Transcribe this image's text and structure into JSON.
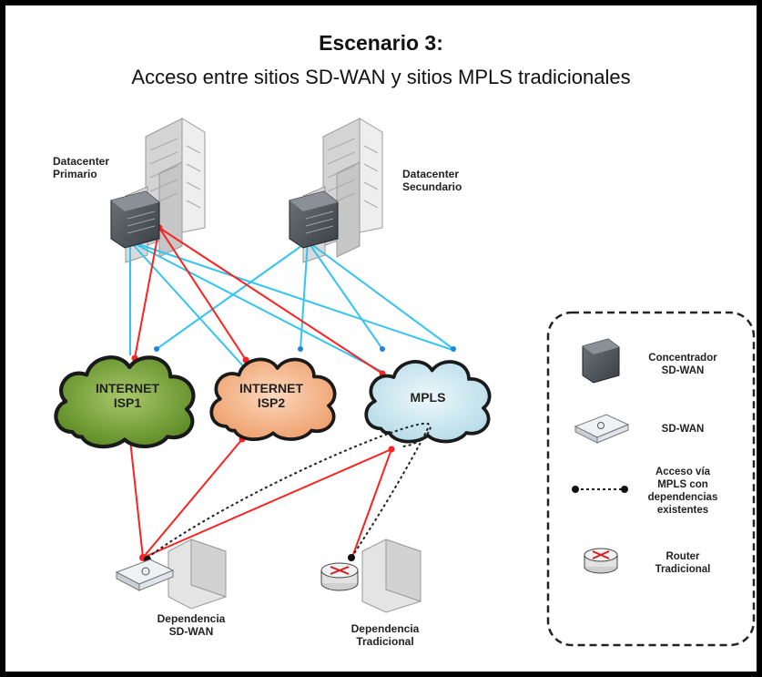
{
  "header": {
    "title": "Escenario 3:",
    "subtitle": "Acceso entre sitios SD-WAN y sitios MPLS tradicionales"
  },
  "nodes": {
    "dc_primary": {
      "label_line1": "Datacenter",
      "label_line2": "Primario",
      "icon": "concentrador-sdwan-icon"
    },
    "dc_secondary": {
      "label_line1": "Datacenter",
      "label_line2": "Secundario",
      "icon": "concentrador-sdwan-icon"
    },
    "isp1": {
      "label_line1": "INTERNET",
      "label_line2": "ISP1",
      "color": "#7aa03a"
    },
    "isp2": {
      "label_line1": "INTERNET",
      "label_line2": "ISP2",
      "color": "#f4b48a"
    },
    "mpls": {
      "label_line1": "MPLS",
      "color": "#cfe7ef"
    },
    "site_sdwan": {
      "label_line1": "Dependencia",
      "label_line2": "SD-WAN",
      "icon": "sdwan-device-icon"
    },
    "site_trad": {
      "label_line1": "Dependencia",
      "label_line2": "Tradicional",
      "icon": "router-icon"
    }
  },
  "legend": {
    "items": [
      {
        "icon": "concentrador-sdwan-icon",
        "line1": "Concentrador",
        "line2": "SD-WAN"
      },
      {
        "icon": "sdwan-device-icon",
        "line1": "SD-WAN",
        "line2": ""
      },
      {
        "icon": "dotted-link-icon",
        "line1": "Acceso vía",
        "line2": "MPLS con",
        "line3": "dependencias",
        "line4": "existentes"
      },
      {
        "icon": "router-icon",
        "line1": "Router",
        "line2": "Tradicional"
      }
    ]
  },
  "colors": {
    "red_link": "#ff2020",
    "blue_link": "#33c4f0",
    "dotted_link": "#222222"
  }
}
